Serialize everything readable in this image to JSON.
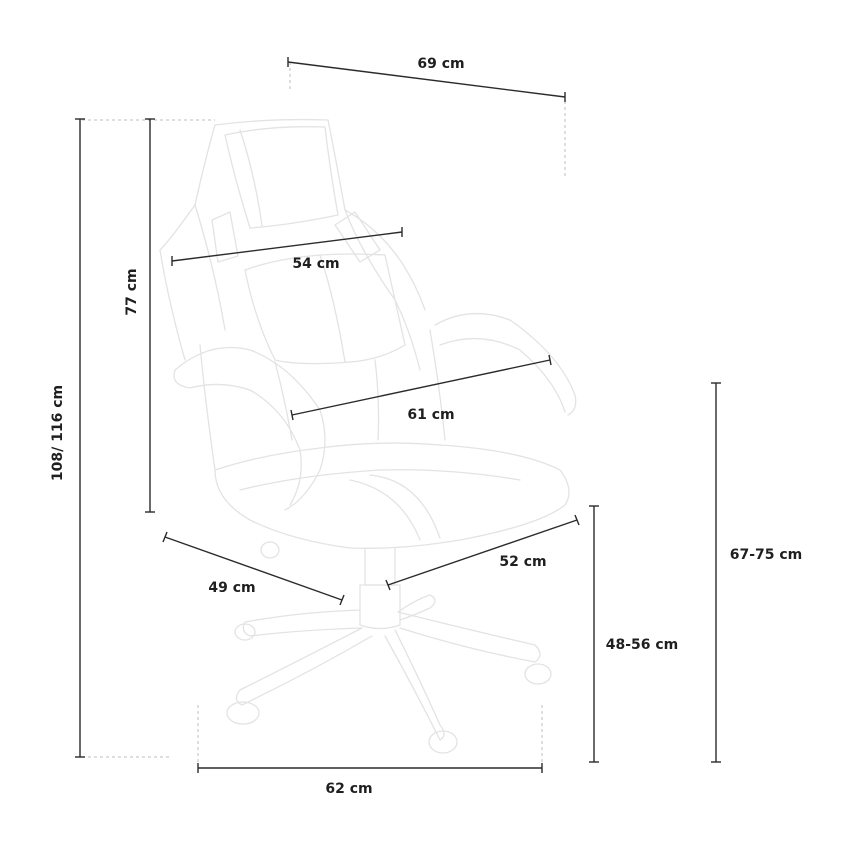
{
  "dimensions": {
    "top_width": "69 cm",
    "backrest_width": "54 cm",
    "backrest_height": "77 cm",
    "total_height": "108/ 116 cm",
    "armrest_width": "61 cm",
    "seat_depth": "49 cm",
    "seat_width": "52 cm",
    "seat_height": "48-56 cm",
    "armrest_height": "67-75 cm",
    "base_width": "62 cm"
  }
}
